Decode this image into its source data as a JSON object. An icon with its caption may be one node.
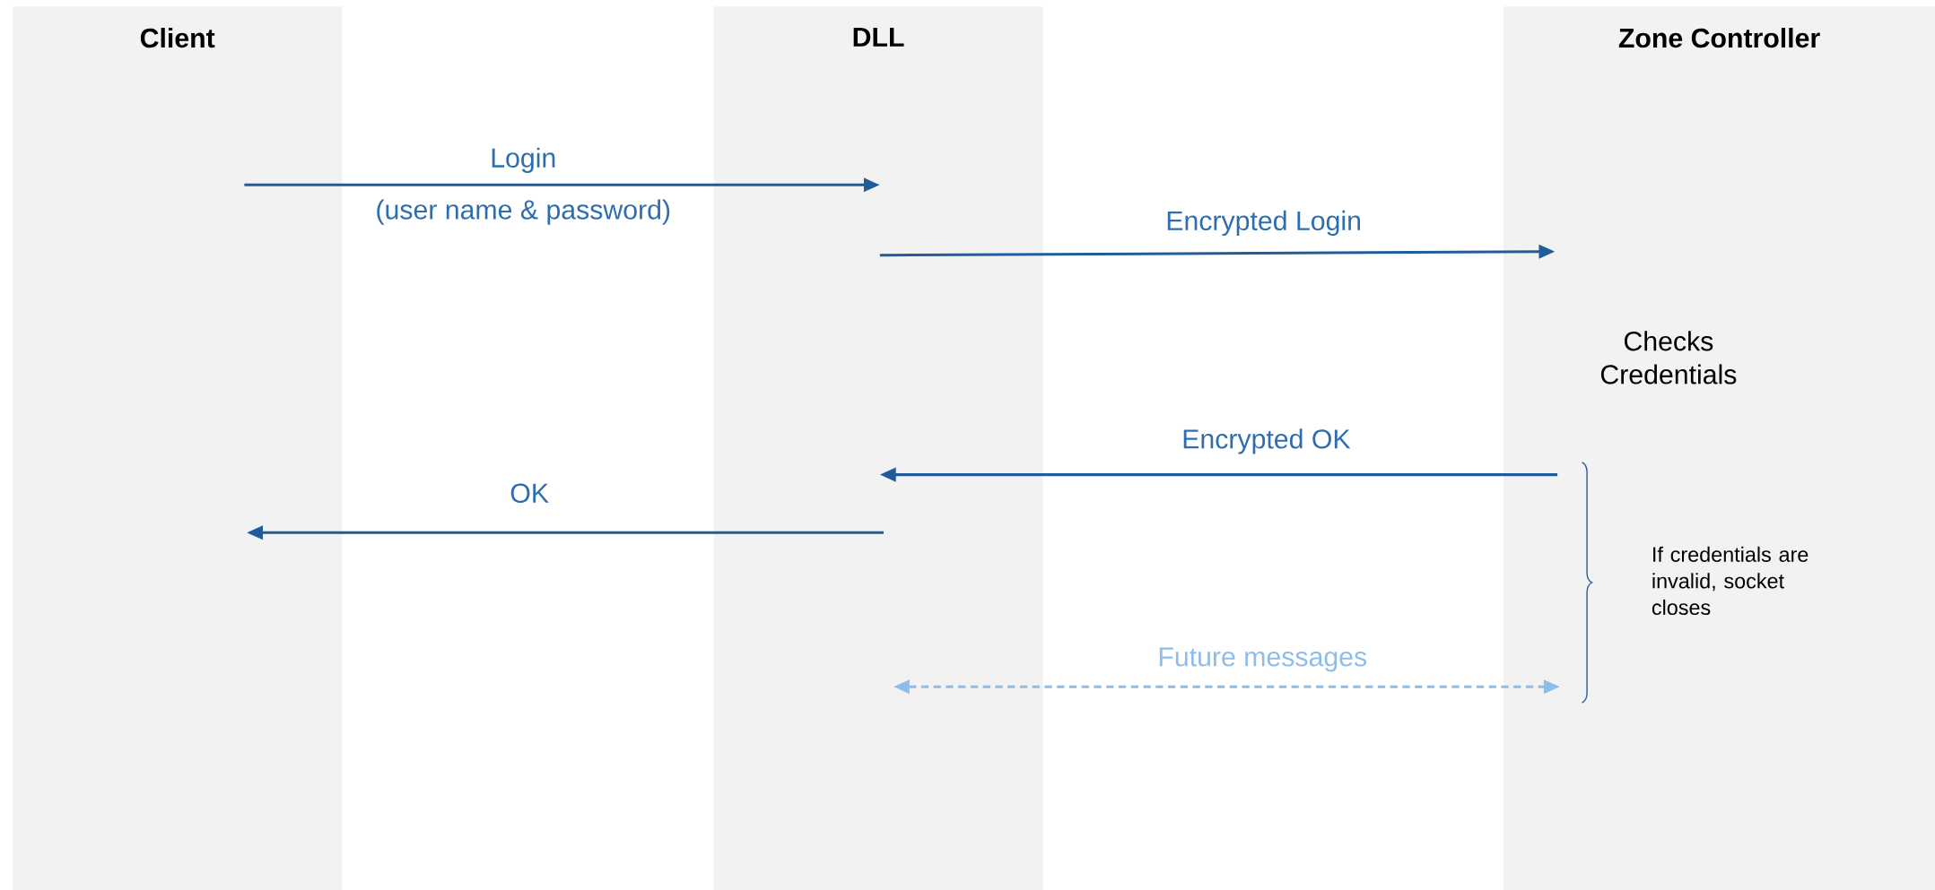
{
  "diagram": {
    "nodes": [
      {
        "text": [
          "Client"
        ]
      },
      {
        "text": [
          "DLL"
        ]
      },
      {
        "text": [
          "Zone Controller"
        ]
      }
    ],
    "edges": [
      {
        "from": 0,
        "to": 1,
        "arrow": "to",
        "label": "Login"
      },
      {
        "from": 1,
        "to": 2,
        "arrow": "to",
        "label": "Encrypted Login"
      },
      {
        "from": 2,
        "to": 1,
        "arrow": "to",
        "label": "Encrypted OK"
      },
      {
        "from": 1,
        "to": 0,
        "arrow": "to",
        "label": "OK"
      },
      {
        "from": 1,
        "to": 2,
        "arrow": "both",
        "label": "Future messages",
        "style": "dashed",
        "color": "#8fbde8"
      }
    ],
    "labels": [
      "(user name & password)",
      "Checks Credentials",
      "If credentials are invalid, socket closes"
    ]
  }
}
